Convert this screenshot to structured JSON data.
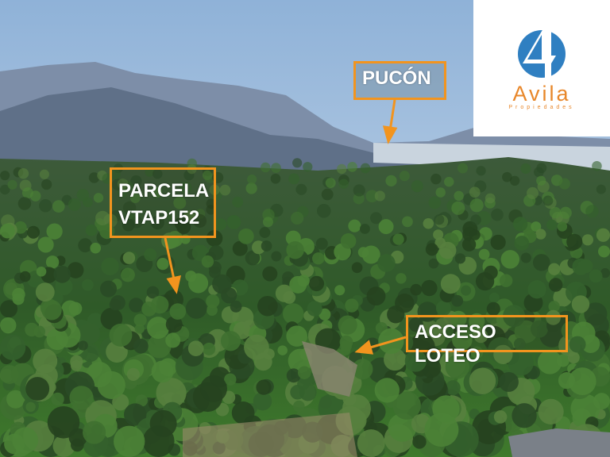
{
  "labels": {
    "pucon": "PUCÓN",
    "parcela_line1": "PARCELA",
    "parcela_line2": "VTAP152",
    "acceso": "ACCESO LOTEO"
  },
  "logo": {
    "name": "Avila",
    "subtitle": "Propiedades",
    "colors": {
      "blue": "#2f7fc1",
      "orange": "#e8872a"
    }
  },
  "accent_color": "#f2941e"
}
